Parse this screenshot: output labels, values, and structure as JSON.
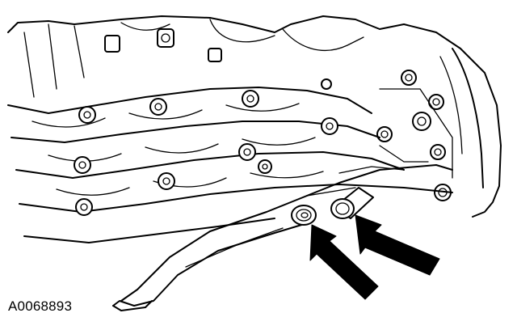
{
  "figure": {
    "id_label": "A0068893",
    "ink_color": "#000000",
    "background_color": "#ffffff"
  },
  "callouts": {
    "arrow_count": 2,
    "arrow_icon": "arrow-up-left-icon",
    "highlighted_part": "bolt"
  }
}
